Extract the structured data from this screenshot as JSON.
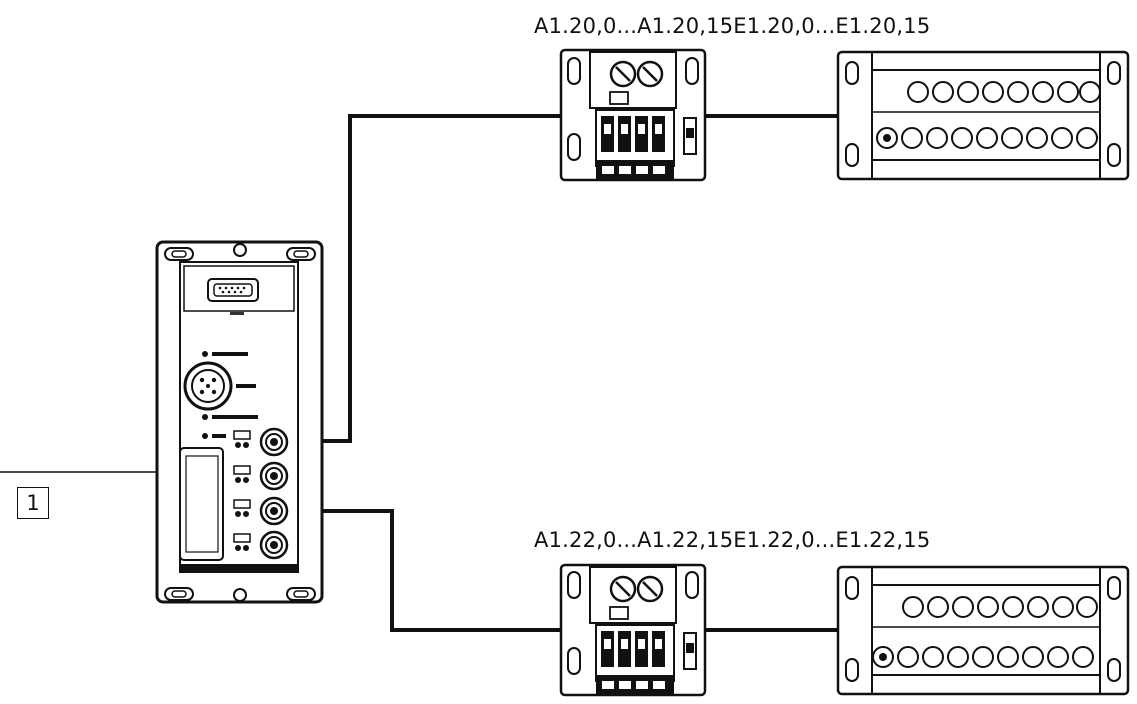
{
  "diagram": {
    "callout_label": "1",
    "module_top_address": "A1.20,0...A1.20,15E1.20,0...E1.20,15",
    "module_bottom_address": "A1.22,0...A1.22,15E1.22,0...E1.22,15"
  },
  "colors": {
    "line": "#111111",
    "background": "#ffffff"
  }
}
